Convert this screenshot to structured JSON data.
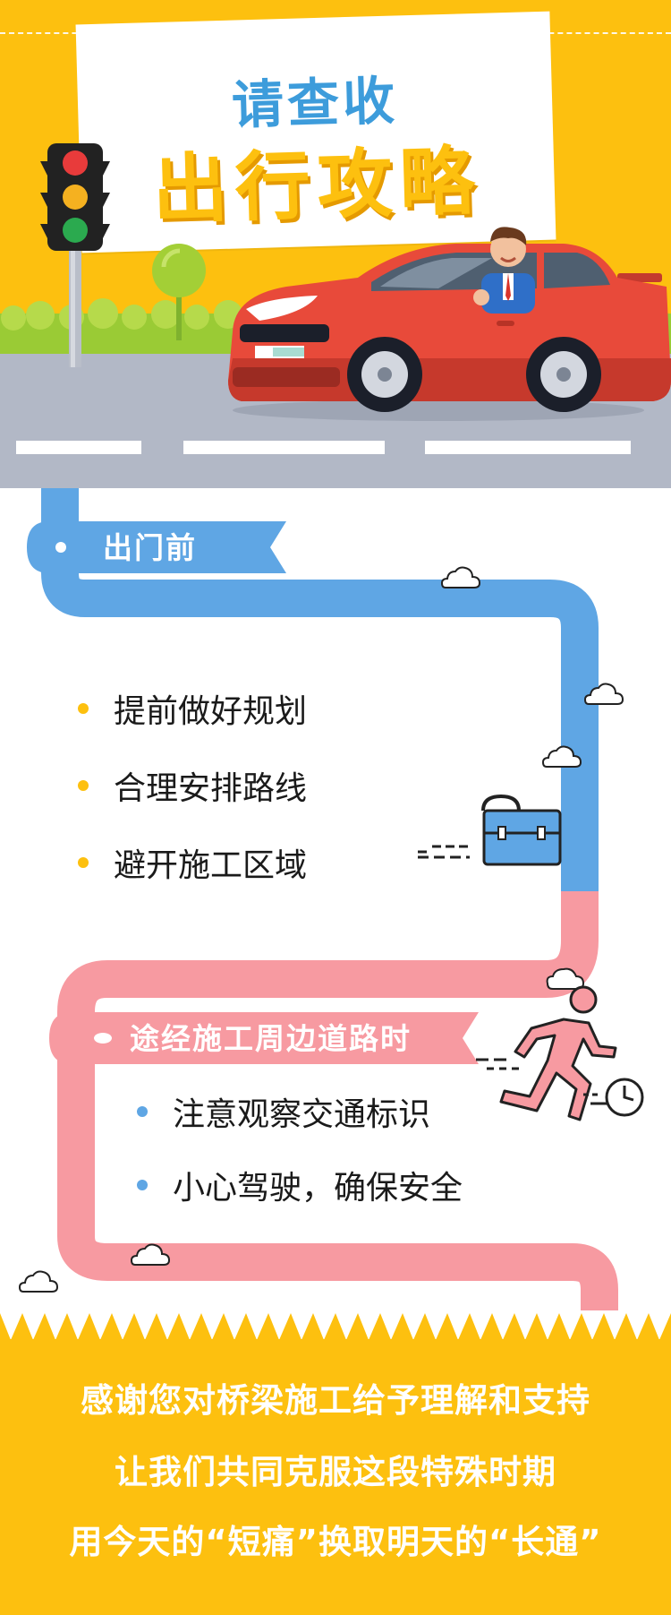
{
  "header": {
    "title_line1": "请查收",
    "title_line2": "出行攻略"
  },
  "sections": [
    {
      "label": "出门前",
      "color": "#5FA6E4",
      "dot_color": "#FDC00F",
      "items": [
        "提前做好规划",
        "合理安排路线",
        "避开施工区域"
      ]
    },
    {
      "label": "途经施工周边道路时",
      "color": "#F79AA1",
      "dot_color": "#5FA6E4",
      "items": [
        "注意观察交通标识",
        "小心驾驶，确保安全"
      ]
    }
  ],
  "footer": {
    "lines": [
      "感谢您对桥梁施工给予理解和支持",
      "让我们共同克服这段特殊时期",
      "用今天的“短痛”换取明天的“长通”"
    ],
    "background": "#FDC00F"
  },
  "icons": [
    "traffic-light-icon",
    "car-icon",
    "driver-icon",
    "tree-icon",
    "cloud-icon",
    "briefcase-icon",
    "running-man-icon",
    "clock-icon"
  ]
}
